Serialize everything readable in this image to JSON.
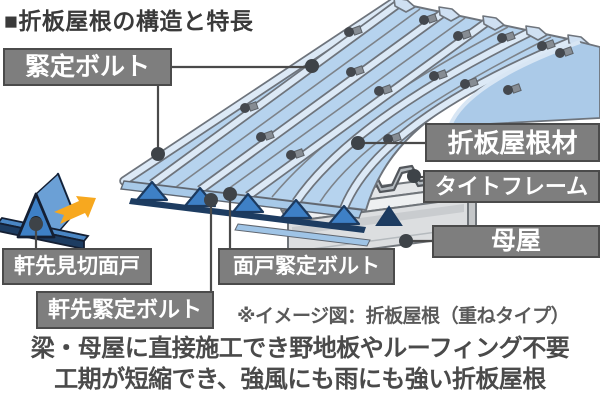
{
  "title": "■折板屋根の構造と特長",
  "diagram": {
    "labels": {
      "kintei_bolt": "緊定ボルト",
      "roof_material": "折板屋根材",
      "tight_frame": "タイトフレーム",
      "purlin": "母屋",
      "eaves_closure": "軒先見切面戸",
      "closure_bolt": "面戸緊定ボルト",
      "eaves_bolt": "軒先緊定ボルト"
    },
    "note": "※イメージ図：折板屋根（重ねタイプ）",
    "parts": [
      "folded-plate-roof-sheet",
      "overlap-under-sheet",
      "ridge-bolts",
      "eaves-closure-piece",
      "tight-frame-clip",
      "purlin-beam"
    ]
  },
  "caption": {
    "line1": "梁・母屋に直接施工でき野地板やルーフィング不要",
    "line2": "工期が短縮でき、強風にも雨にも強い折板屋根"
  },
  "colors": {
    "roof_blue": "#b6d3ee",
    "ridge_highlight": "#dce9f6",
    "accent_blue": "#3e80c6",
    "dark_navy": "#1d3c61",
    "label_gray": "#7e7e7e",
    "label_border": "#4b4b4b",
    "steel_gray": "#eef0f1",
    "arrow_orange": "#f7a81f",
    "text_dark": "#4a4a4a"
  }
}
